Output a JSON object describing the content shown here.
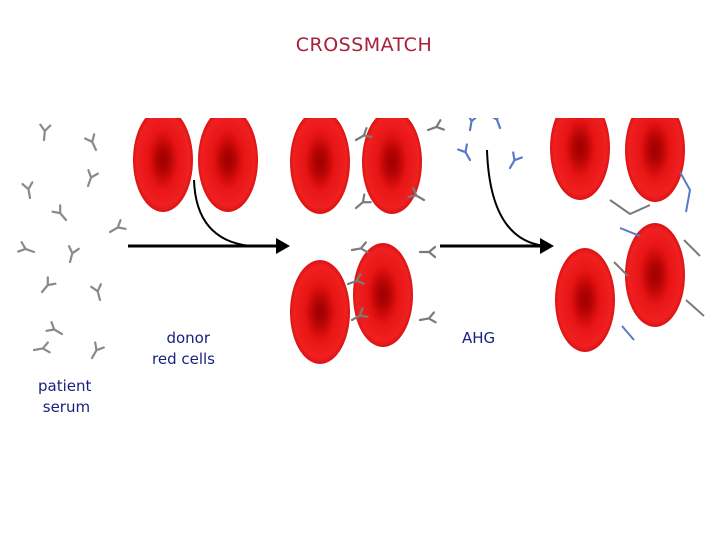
{
  "title": "CROSSMATCH",
  "labels": {
    "patient_serum": "patient\n serum",
    "donor_red_cells": "  donor\nred cells",
    "ahg": "AHG"
  },
  "colors": {
    "title": "#a8203a",
    "label": "#1a2080",
    "red_cell": "#e00a0a",
    "antibody": "#8a8a8a",
    "ahg_antibody": "#5a78c8",
    "arrow": "#000000"
  },
  "icons": [
    "antibody-icon",
    "red-cell-icon",
    "arrow-icon",
    "ahg-icon"
  ]
}
